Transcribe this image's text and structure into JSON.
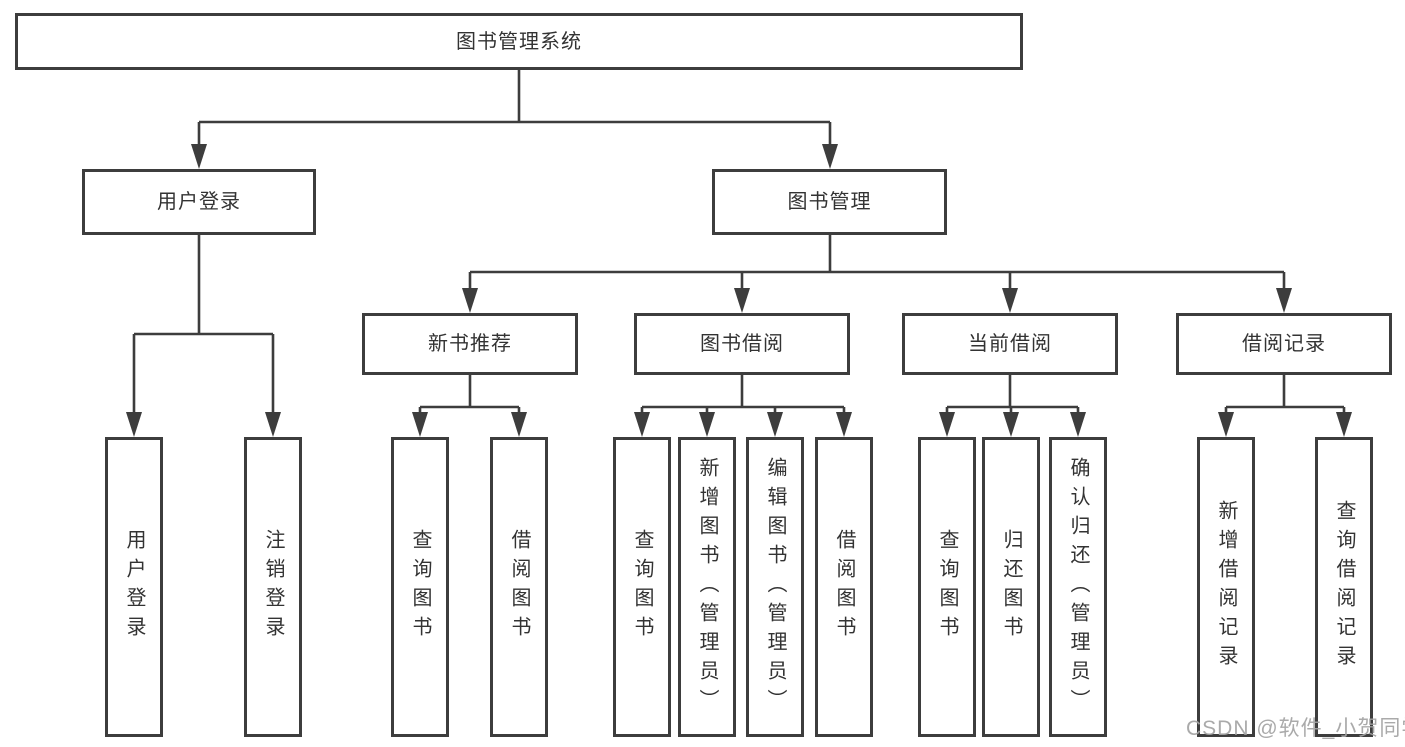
{
  "tree": {
    "root": {
      "label": "图书管理系统"
    },
    "branches": [
      {
        "label": "用户登录",
        "children": [
          {
            "label": "用户登录"
          },
          {
            "label": "注销登录"
          }
        ]
      },
      {
        "label": "图书管理",
        "children": [
          {
            "label": "新书推荐",
            "children": [
              {
                "label": "查询图书"
              },
              {
                "label": "借阅图书"
              }
            ]
          },
          {
            "label": "图书借阅",
            "children": [
              {
                "label": "查询图书"
              },
              {
                "label": "新增图书（管理员）"
              },
              {
                "label": "编辑图书（管理员）"
              },
              {
                "label": "借阅图书"
              }
            ]
          },
          {
            "label": "当前借阅",
            "children": [
              {
                "label": "查询图书"
              },
              {
                "label": "归还图书"
              },
              {
                "label": "确认归还（管理员）"
              }
            ]
          },
          {
            "label": "借阅记录",
            "children": [
              {
                "label": "新增借阅记录"
              },
              {
                "label": "查询借阅记录"
              }
            ]
          }
        ]
      }
    ]
  },
  "watermark": {
    "text": "CSDN @软件_小贺同学"
  },
  "colors": {
    "line": "#3d3d3d",
    "border": "#3d3d3d",
    "text": "#333333",
    "watermark": "#a3a3a3",
    "background": "#ffffff"
  }
}
